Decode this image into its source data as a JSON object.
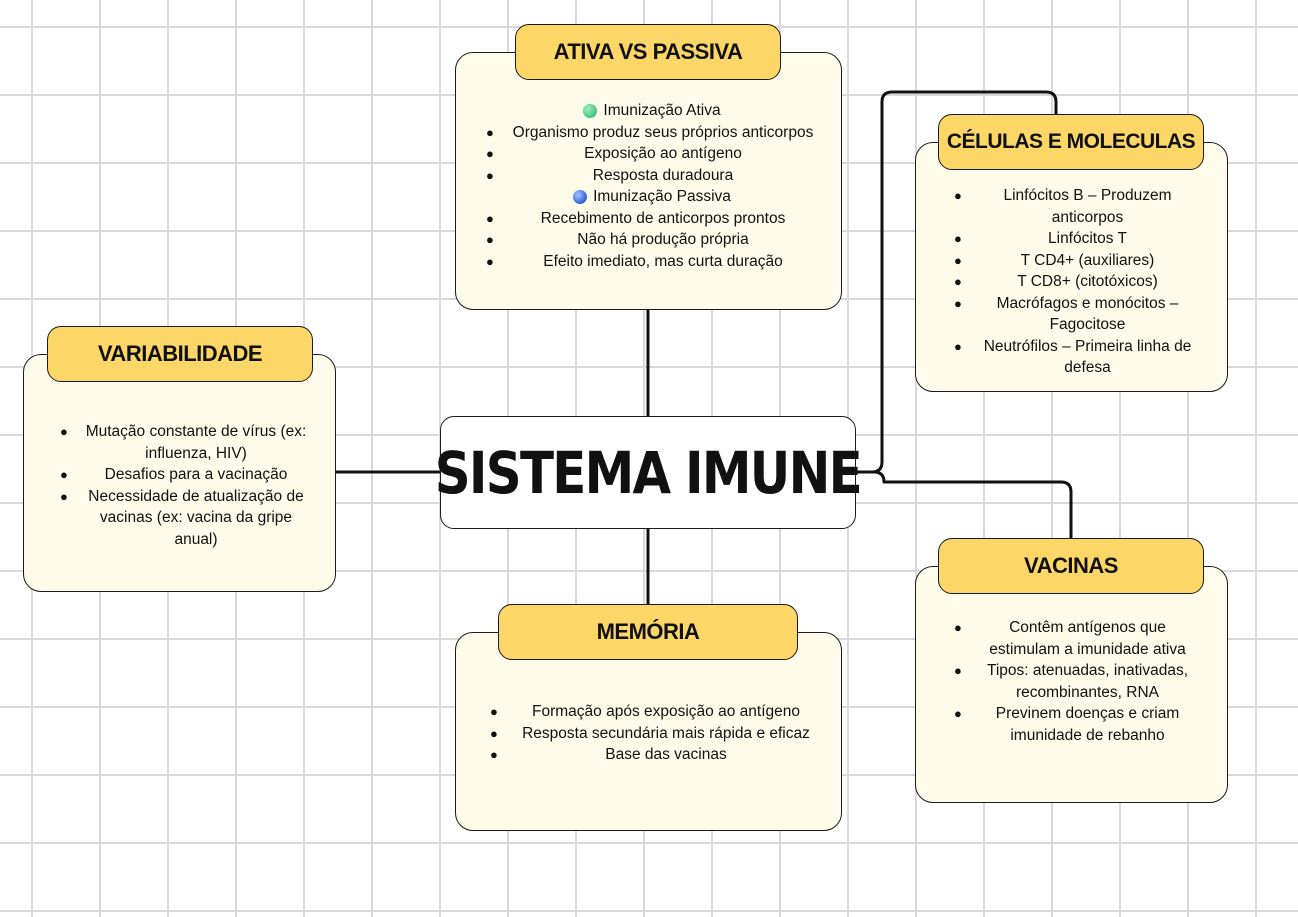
{
  "center": {
    "title": "SISTEMA IMUNE"
  },
  "colors": {
    "tag": "#fcd767",
    "card": "#fefbea",
    "grid": "#d9d9d9",
    "active_dot": "#4ccc86",
    "passive_dot": "#3f6fe0"
  },
  "ativa": {
    "title": "ATIVA VS PASSIVA",
    "active_heading": "Imunização Ativa",
    "active_items": [
      "Organismo produz seus próprios anticorpos",
      "Exposição ao antígeno",
      "Resposta duradoura"
    ],
    "passive_heading": "Imunização Passiva",
    "passive_items": [
      "Recebimento de anticorpos prontos",
      "Não há produção própria",
      "Efeito imediato, mas curta duração"
    ]
  },
  "celulas": {
    "title": "CÉLULAS E MOLECULAS",
    "items": [
      "Linfócitos B – Produzem anticorpos",
      "Linfócitos T",
      "T CD4+ (auxiliares)",
      "T CD8+ (citotóxicos)",
      "Macrófagos e monócitos – Fagocitose",
      "Neutrófilos – Primeira linha de defesa"
    ]
  },
  "variabilidade": {
    "title": "VARIABILIDADE",
    "items": [
      "Mutação constante de vírus (ex: influenza, HIV)",
      "Desafios para a vacinação",
      "Necessidade de atualização de vacinas (ex: vacina da gripe anual)"
    ]
  },
  "memoria": {
    "title": "MEMÓRIA",
    "items": [
      "Formação após exposição ao antígeno",
      "Resposta secundária mais rápida e eficaz",
      "Base das vacinas"
    ]
  },
  "vacinas": {
    "title": "VACINAS",
    "items": [
      "Contêm antígenos que estimulam a imunidade ativa",
      "Tipos: atenuadas, inativadas, recombinantes, RNA",
      "Previnem doenças e criam imunidade de rebanho"
    ]
  }
}
